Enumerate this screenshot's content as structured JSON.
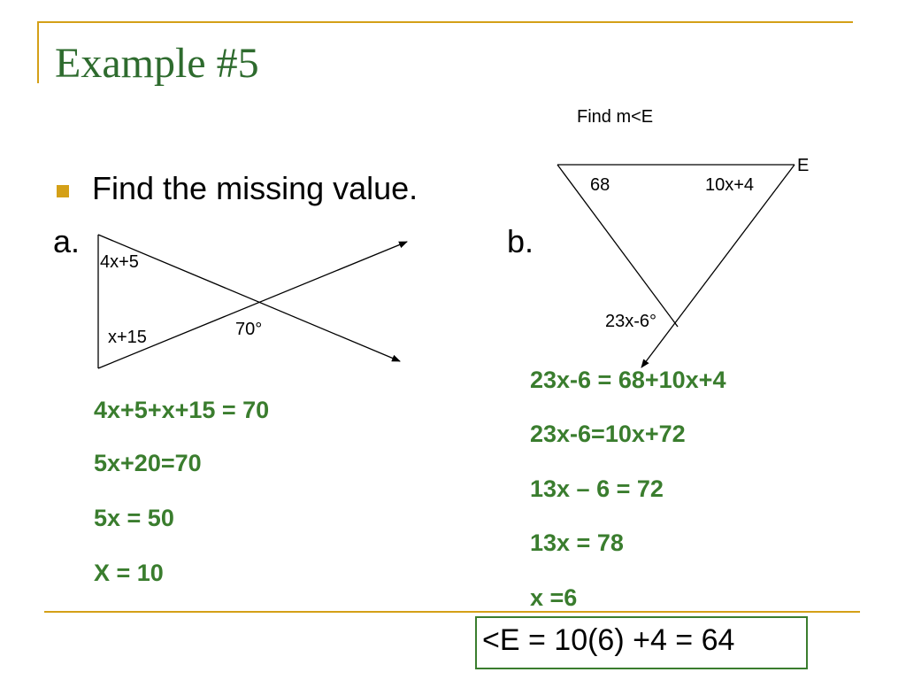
{
  "slide": {
    "title": "Example #5",
    "accent_color": "#d4a017",
    "title_color": "#2e6b2e",
    "work_color": "#3a7d2e",
    "bullet_icon": "square-bullet-icon",
    "bullet": "Find the missing value."
  },
  "part_a": {
    "label": "a.",
    "diagram": {
      "angle_top": "4x+5",
      "angle_bottom": "x+15",
      "exterior_angle": "70°"
    },
    "steps": [
      "4x+5+x+15 = 70",
      "5x+20=70",
      "5x = 50",
      "X = 10"
    ]
  },
  "part_b": {
    "label": "b.",
    "prompt": "Find m<E",
    "diagram": {
      "vertex_label": "E",
      "angle_left": "68",
      "angle_right": "10x+4",
      "exterior_angle": "23x-6°"
    },
    "steps": [
      "23x-6 = 68+10x+4",
      "23x-6=10x+72",
      "13x – 6 = 72",
      "13x = 78",
      "x =6"
    ],
    "answer": "<E = 10(6) +4 = 64"
  }
}
